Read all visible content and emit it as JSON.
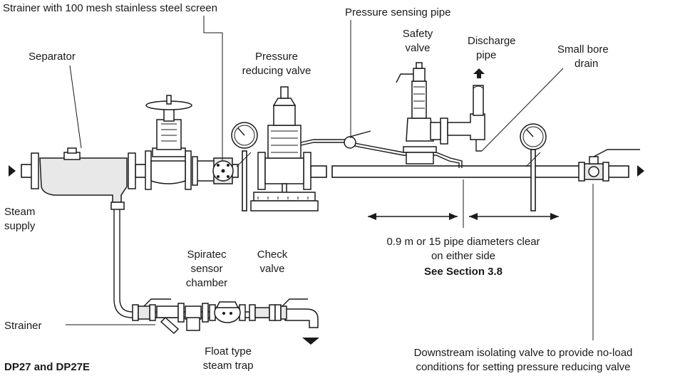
{
  "labels": {
    "strainer_main": "Strainer with 100 mesh stainless steel screen",
    "pressure_sensing_pipe": "Pressure sensing pipe",
    "separator": "Separator",
    "prv_line1": "Pressure",
    "prv_line2": "reducing valve",
    "safety_line1": "Safety",
    "safety_line2": "valve",
    "discharge_line1": "Discharge",
    "discharge_line2": "pipe",
    "drain_line1": "Small bore",
    "drain_line2": "drain",
    "steam_line1": "Steam",
    "steam_line2": "supply",
    "spiratec_line1": "Spiratec",
    "spiratec_line2": "sensor",
    "spiratec_line3": "chamber",
    "check_line1": "Check",
    "check_line2": "valve",
    "clearance_line1": "0.9 m or 15 pipe diameters clear",
    "clearance_line2": "on either side",
    "see_section": "See Section 3.8",
    "strainer_small": "Strainer",
    "float_line1": "Float type",
    "float_line2": "steam trap",
    "downstream_line1": "Downstream isolating valve to provide no-load",
    "downstream_line2": "conditions for setting pressure reducing valve",
    "model": "DP27 and DP27E"
  }
}
